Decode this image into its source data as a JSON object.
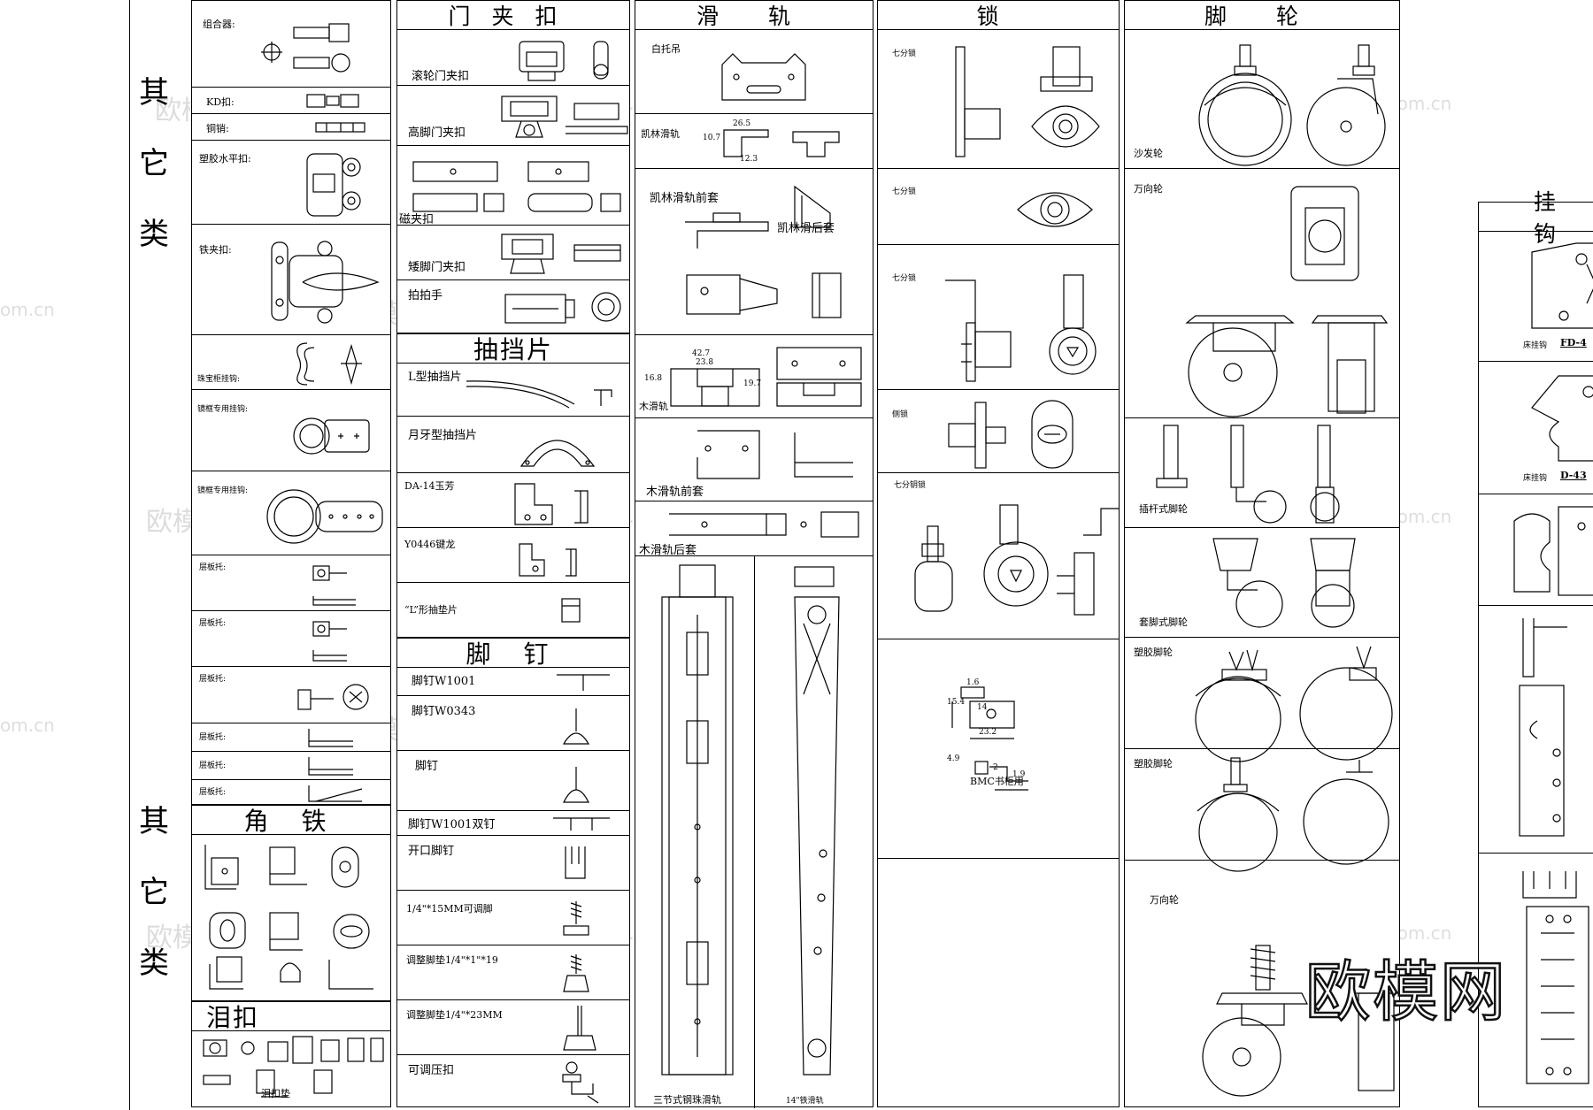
{
  "side_labels": {
    "top": [
      "其",
      "它",
      "类"
    ],
    "bottom": [
      "其",
      "它",
      "类"
    ]
  },
  "col1": {
    "items": [
      "组合器:",
      "KD扣:",
      "铜销:",
      "塑胶水平扣:",
      "铁夹扣:",
      "珠宝柜挂钩:",
      "镜框专用挂钩:",
      "镜框专用挂钩:",
      "层板托:",
      "层板托:",
      "层板托:",
      "层板托:",
      "层板托:",
      "层板托:"
    ],
    "corner_header": "角 铁",
    "teardrop_header": "泪扣",
    "teardrop_pad": "泪扣垫"
  },
  "col2": {
    "header": "门夹扣",
    "items": [
      "滚轮门夹扣",
      "高脚门夹扣",
      "磁夹扣",
      "矮脚门夹扣",
      "拍拍手"
    ],
    "drawer_header": "抽挡片",
    "drawer_items": [
      "L型抽挡片",
      "月牙型抽挡片",
      "DA-14玉芳",
      "Y0446键龙",
      "“L”形抽垫片"
    ],
    "nail_header": "脚 钉",
    "nail_items": [
      "脚钉W1001",
      "脚钉W0343",
      "脚钉",
      "脚钉W1001双钉",
      "开口脚钉",
      "1/4\"*15MM可调脚",
      "调整脚垫1/4\"*1\"*19",
      "调整脚垫1/4\"*23MM",
      "可调压扣"
    ]
  },
  "col3": {
    "header": "滑 轨",
    "items": [
      "白托吊",
      "凯林滑轨",
      "凯林滑轨前套",
      "凯林滑后套",
      "木滑轨",
      "木滑轨前套",
      "木滑轨后套",
      "三节式钢珠滑轨",
      "14\"铁滑轨"
    ],
    "dims": [
      "26.5",
      "10.7",
      "12.3",
      "42.7",
      "23.8",
      "16.8",
      "19.7"
    ]
  },
  "col4": {
    "header": "锁",
    "items": [
      "七分锁",
      "七分锁",
      "七分锁",
      "侧锁",
      "七分钥锁",
      "BMC书柜用"
    ],
    "dims": [
      "1.6",
      "14",
      "15.4",
      "23.2",
      "2",
      "1.9",
      "4.9"
    ]
  },
  "col5": {
    "header": "脚 轮",
    "items": [
      "沙发轮",
      "万向轮",
      "插杆式脚轮",
      "套脚式脚轮",
      "塑胶脚轮",
      "塑胶脚轮",
      "万向轮"
    ]
  },
  "col6": {
    "header": "挂 钩",
    "items": [
      "床挂钩",
      "FD-4",
      "床挂钩",
      "D-43"
    ]
  },
  "watermarks": {
    "text": "欧模网",
    "url": "www.om.cn",
    "url_short": "om.cn"
  },
  "logo": "欧模网"
}
